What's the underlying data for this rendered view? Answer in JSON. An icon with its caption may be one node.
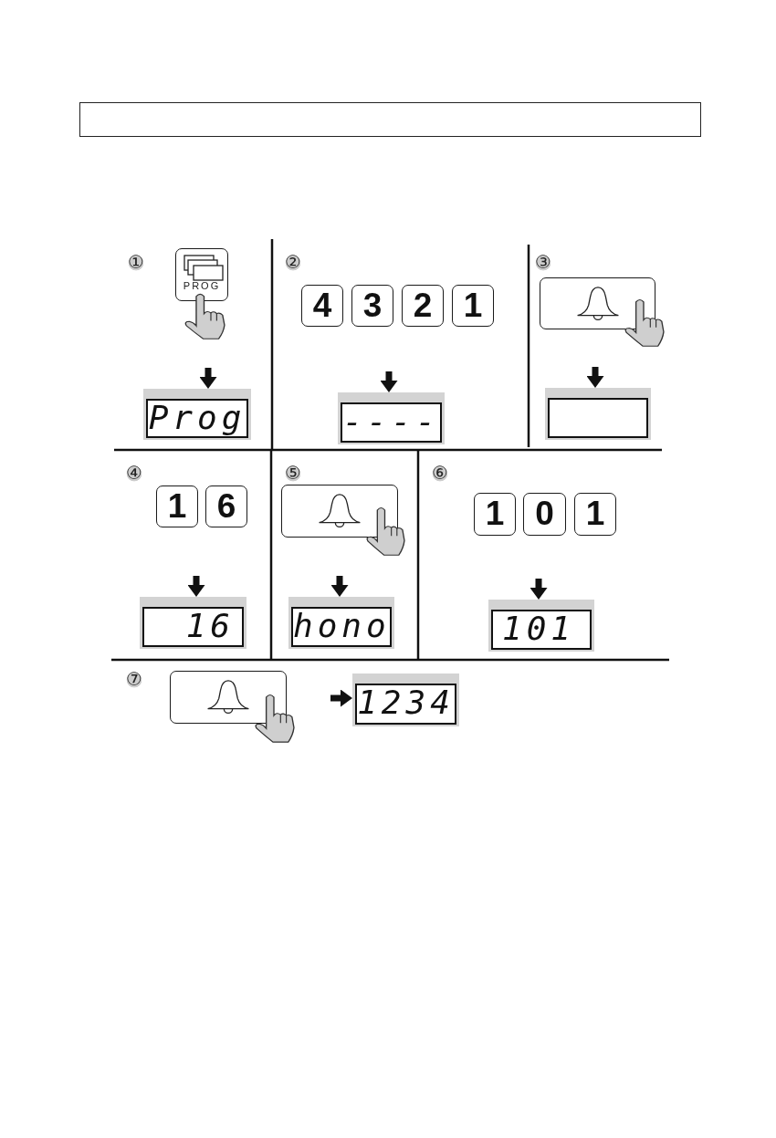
{
  "diagram": {
    "nodes": [
      {
        "text": [
          "PROG"
        ]
      },
      {
        "text": [
          "Prog"
        ]
      },
      {
        "text": [
          "4"
        ]
      },
      {
        "text": [
          "3"
        ]
      },
      {
        "text": [
          "2"
        ]
      },
      {
        "text": [
          "1"
        ]
      },
      {
        "text": [
          "----"
        ]
      },
      {
        "text": [],
        "shape": "box"
      },
      {
        "text": [],
        "shape": "box"
      },
      {
        "text": [
          "1"
        ]
      },
      {
        "text": [
          "6"
        ]
      },
      {
        "text": [
          "16"
        ]
      },
      {
        "text": [],
        "shape": "box"
      },
      {
        "text": [
          "hono"
        ]
      },
      {
        "text": [
          "1"
        ]
      },
      {
        "text": [
          "0"
        ]
      },
      {
        "text": [
          "1"
        ]
      },
      {
        "text": [
          "101"
        ]
      },
      {
        "text": [],
        "shape": "box"
      },
      {
        "text": [
          "1234"
        ]
      }
    ],
    "edges": [
      {
        "from": null,
        "to": 1,
        "arrow": "to"
      },
      {
        "from": null,
        "to": 6,
        "arrow": "to"
      },
      {
        "from": null,
        "to": 8,
        "arrow": "to"
      },
      {
        "from": null,
        "to": 11,
        "arrow": "to"
      },
      {
        "from": null,
        "to": 13,
        "arrow": "to"
      },
      {
        "from": null,
        "to": 17,
        "arrow": "to"
      },
      {
        "from": null,
        "to": 19,
        "arrow": "to"
      }
    ],
    "labels": [
      "①",
      "②",
      "③",
      "④",
      "⑤",
      "⑥",
      "⑦"
    ]
  }
}
